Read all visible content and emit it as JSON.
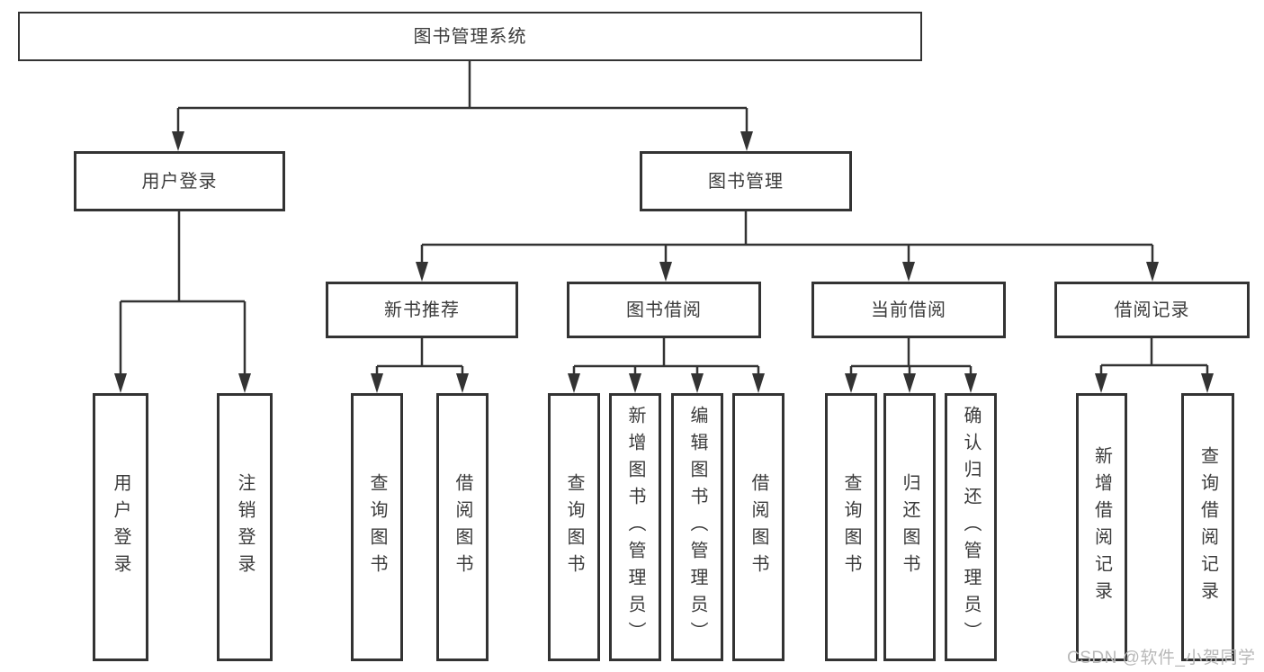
{
  "diagram": {
    "root": {
      "label": "图书管理系统"
    },
    "level2": {
      "user_login": {
        "label": "用户登录"
      },
      "book_management": {
        "label": "图书管理"
      }
    },
    "level3": {
      "new_book_recommend": {
        "label": "新书推荐"
      },
      "book_borrow": {
        "label": "图书借阅"
      },
      "current_borrow": {
        "label": "当前借阅"
      },
      "borrow_record": {
        "label": "借阅记录"
      }
    },
    "leaves": {
      "user_login": [
        "用户登录",
        "注销登录"
      ],
      "new_book_recommend": [
        "查询图书",
        "借阅图书"
      ],
      "book_borrow": [
        "查询图书",
        "新增图书（管理员）",
        "编辑图书（管理员）",
        "借阅图书"
      ],
      "current_borrow": [
        "查询图书",
        "归还图书",
        "确认归还（管理员）"
      ],
      "borrow_record": [
        "新增借阅记录",
        "查询借阅记录"
      ]
    },
    "watermark": "CSDN @软件_小贺同学"
  },
  "colors": {
    "line": "#333333",
    "text": "#3b3b3b",
    "watermark": "#b8b8b8",
    "background": "#ffffff"
  }
}
